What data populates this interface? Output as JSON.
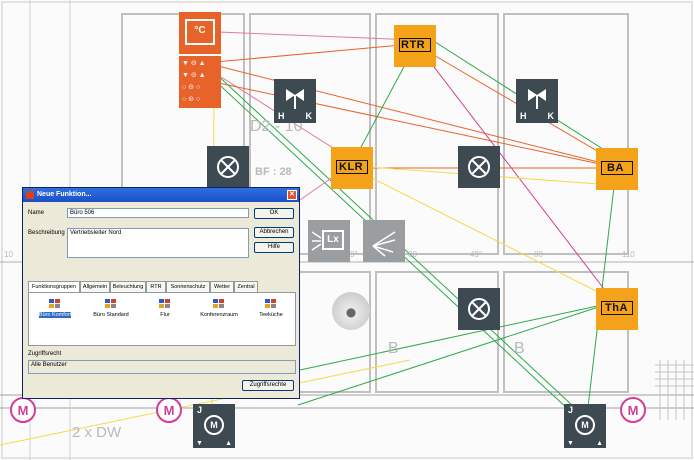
{
  "plan": {
    "devices": [
      {
        "id": "rtr-top",
        "label": "RTR"
      },
      {
        "id": "klr",
        "label": "KLR"
      },
      {
        "id": "ba",
        "label": "BA"
      },
      {
        "id": "tha",
        "label": "ThA"
      },
      {
        "id": "lx",
        "label": "Lx"
      }
    ],
    "thermostat": {
      "unit": "°C"
    },
    "lamp_letters": {
      "h": "H",
      "k": "K"
    },
    "motor_letter": "M",
    "jalousie_letter": "J",
    "room_labels": {
      "bf": "BF : 28",
      "b1": "B",
      "b2": "B",
      "dw": "2 x DW",
      "d2": "D2 - 10"
    },
    "dims": {
      "d49": "49°",
      "d80": "80",
      "d80b": "80",
      "d110": "110",
      "d9": "9°",
      "d10": "10"
    }
  },
  "dialog": {
    "title": "Neue Funktion...",
    "close_symbol": "✕",
    "name_label": "Name",
    "name_value": "Büro 506",
    "desc_label": "Beschreibung",
    "desc_value": "Vertriebsleiter Nord",
    "ok": "OK",
    "cancel": "Abbrechen",
    "help": "Hilfe",
    "tabs": [
      "Funktionsgruppen",
      "Allgemein",
      "Beleuchtung",
      "RTR",
      "Sonnenschutz",
      "Wetter",
      "Zentral"
    ],
    "groups": [
      {
        "label": "Büro Komfort",
        "selected": true
      },
      {
        "label": "Büro Standard",
        "selected": false
      },
      {
        "label": "Flur",
        "selected": false
      },
      {
        "label": "Konferenzraum",
        "selected": false
      },
      {
        "label": "Teeküche",
        "selected": false
      }
    ],
    "access_label": "Zugriffsrecht",
    "access_value": "Alle Benutzer",
    "access_button": "Zugriffsrechte"
  },
  "colors": {
    "accent_orange": "#f5a21b",
    "device_dark": "#3d4a52",
    "thermostat_orange": "#e8632a",
    "motor_pink": "#d33c96",
    "titlebar_blue": "#1c4fc7"
  }
}
